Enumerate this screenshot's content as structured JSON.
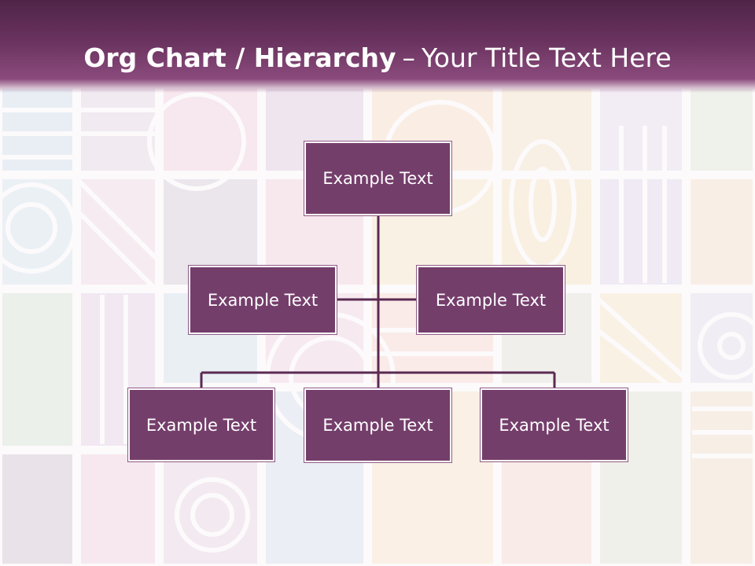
{
  "slide": {
    "title_bold": "Org Chart / Hierarchy",
    "title_separator": "–",
    "title_rest": "Your Title Text Here"
  },
  "colors": {
    "header": "#6a335f",
    "node_fill": "#743e6b",
    "node_border": "#ffffff",
    "connector": "#5a2a52",
    "text": "#ffffff"
  },
  "org_chart": {
    "root": {
      "label": "Example Text"
    },
    "assistants": [
      {
        "label": "Example Text"
      },
      {
        "label": "Example Text"
      }
    ],
    "children": [
      {
        "label": "Example Text"
      },
      {
        "label": "Example Text"
      },
      {
        "label": "Example Text"
      }
    ]
  }
}
